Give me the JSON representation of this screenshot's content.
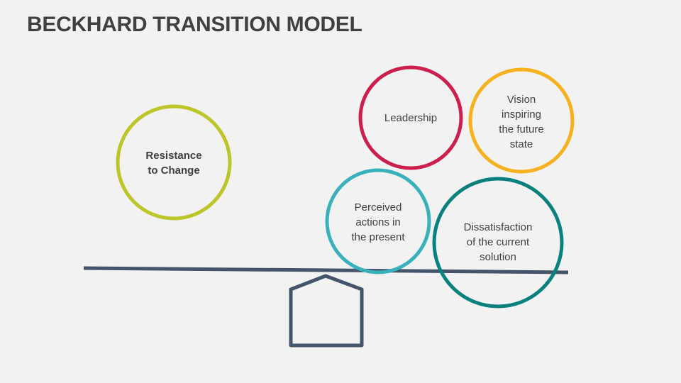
{
  "slide": {
    "title": "BECKHARD TRANSITION MODEL",
    "background": "#F2F2F2"
  },
  "circles": [
    {
      "id": "resistance",
      "label": "Resistance\nto Change",
      "color": "#BCC52A",
      "bold": true,
      "side": "left"
    },
    {
      "id": "leadership",
      "label": "Leadership",
      "color": "#CC1F4E",
      "bold": false,
      "side": "right"
    },
    {
      "id": "vision",
      "label": "Vision\ninspiring\nthe future\nstate",
      "color": "#F7B11E",
      "bold": false,
      "side": "right"
    },
    {
      "id": "perceived",
      "label": "Perceived\nactions in\nthe present",
      "color": "#3AB0BA",
      "bold": false,
      "side": "right"
    },
    {
      "id": "dissatisfaction",
      "label": "Dissatisfaction\nof the current\nsolution",
      "color": "#08827F",
      "bold": false,
      "side": "right"
    }
  ],
  "balance": {
    "beam_color": "#44546A",
    "fulcrum_color": "#44546A",
    "tilt": "down-right"
  }
}
